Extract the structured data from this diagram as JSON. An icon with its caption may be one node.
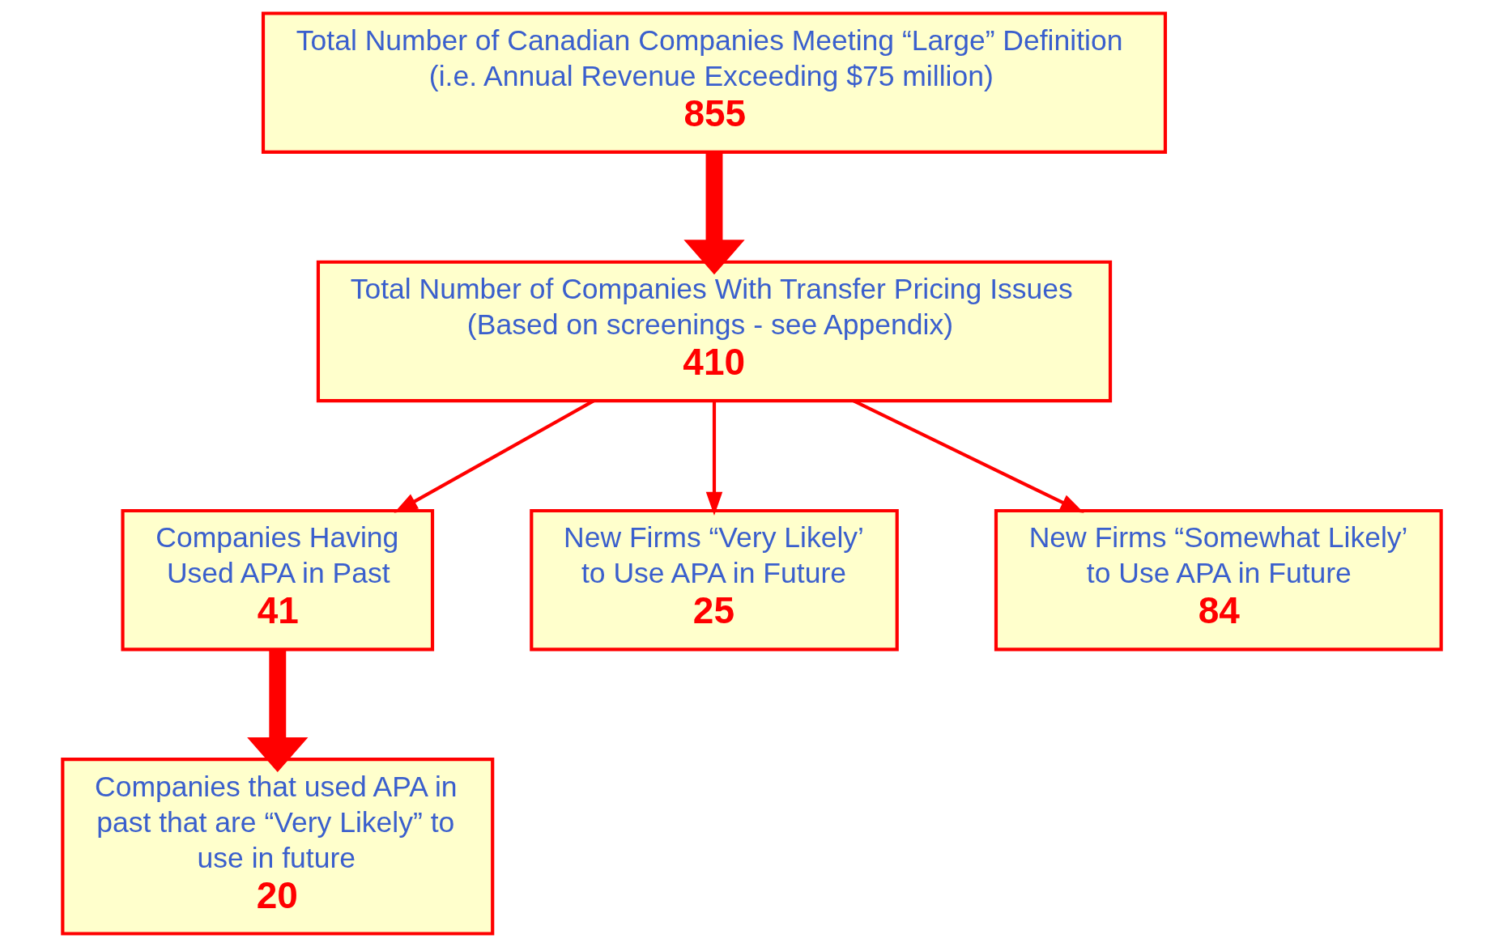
{
  "diagram": {
    "nodes": [
      {
        "text": [
          "Total Number of Canadian Companies Meeting “Large” Definition (i.e. Annual Revenue Exceeding $75 million)",
          "855"
        ]
      },
      {
        "text": [
          "Total Number of Companies With Transfer Pricing Issues (Based on screenings - see Appendix)",
          "410"
        ]
      },
      {
        "text": [
          "Companies Having Used APA in Past",
          "41"
        ]
      },
      {
        "text": [
          "New Firms “Very Likely’ to Use APA in Future",
          "25"
        ]
      },
      {
        "text": [
          "New Firms “Somewhat Likely’ to Use APA in Future",
          "84"
        ]
      },
      {
        "text": [
          "Companies that used APA in past that are “Very Likely” to use in future",
          "20"
        ]
      }
    ],
    "edges": [
      {
        "from": 0,
        "to": 1,
        "arrow": "to",
        "style": "thick"
      },
      {
        "from": 1,
        "to": 2,
        "arrow": "to"
      },
      {
        "from": 1,
        "to": 3,
        "arrow": "to"
      },
      {
        "from": 1,
        "to": 4,
        "arrow": "to"
      },
      {
        "from": 2,
        "to": 5,
        "arrow": "to",
        "style": "thick"
      }
    ]
  }
}
